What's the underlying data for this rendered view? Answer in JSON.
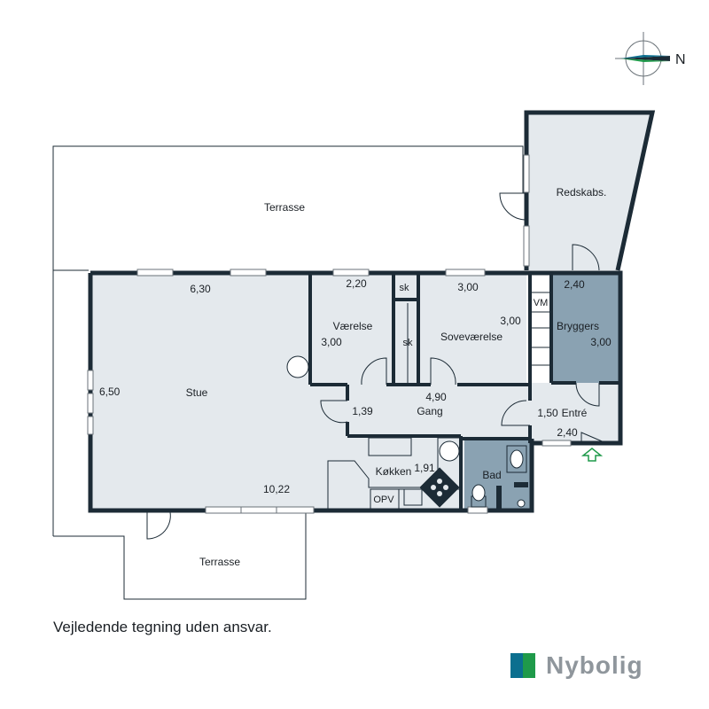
{
  "compass": {
    "north_label": "N"
  },
  "rooms": {
    "terrasse_top": "Terrasse",
    "terrasse_bottom": "Terrasse",
    "redskabs": "Redskabs.",
    "stue": "Stue",
    "vaerelse": "Værelse",
    "sovevaerelse": "Soveværelse",
    "bryggers": "Bryggers",
    "gang": "Gang",
    "entre": "Entré",
    "koekken": "Køkken",
    "bad": "Bad",
    "sk1": "sk",
    "sk2": "sk",
    "vm": "VM",
    "opv": "OPV"
  },
  "dimensions": {
    "stue_width": "6,30",
    "stue_depth": "6,50",
    "stue_bottom": "10,22",
    "vaerelse_width": "2,20",
    "vaerelse_depth": "3,00",
    "sove_width": "3,00",
    "sove_depth": "3,00",
    "bryggers_width": "2,40",
    "bryggers_depth": "3,00",
    "gang_width": "4,90",
    "gang_depth": "1,39",
    "entre_depth": "1,50",
    "entre_width": "2,40",
    "koekken_depth": "1,91"
  },
  "colors": {
    "floor": "#e4e9ed",
    "bad_floor": "#8aa2b2",
    "bryggers_floor": "#8aa2b2",
    "wall": "#1c2b36"
  },
  "caption": "Vejledende tegning uden ansvar.",
  "brand": {
    "name": "Nybolig"
  }
}
